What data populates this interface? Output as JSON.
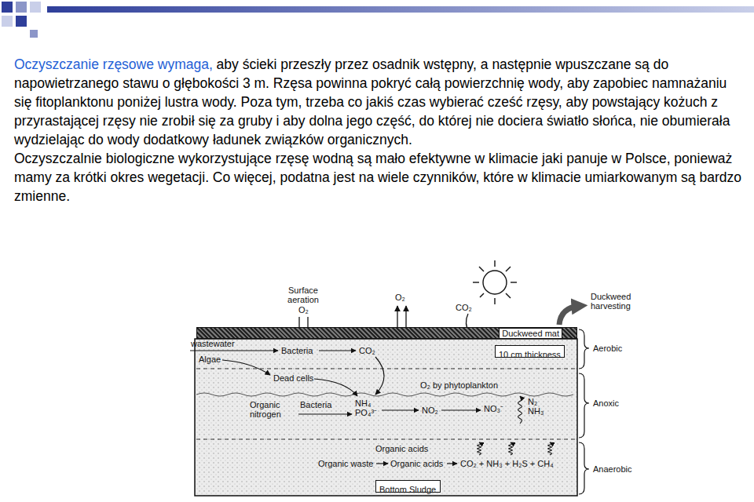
{
  "diagram": {
    "nodes": [
      {
        "text": [
          "Duckweed mat"
        ]
      },
      {
        "text": [
          "10 cm thickness"
        ]
      },
      {
        "text": [
          "Bottom Sludge"
        ]
      }
    ],
    "labels": [
      "Oczyszczanie rzęsowe wymaga,",
      "aby ścieki przeszły przez osadnik wstępny, a następnie wpuszczane są do napowietrzanego stawu o głębokości 3 m. Rzęsa powinna pokryć całą powierzchnię wody, aby zapobiec namnażaniu się fitoplanktonu poniżej lustra wody. Poza tym, trzeba co jakiś czas wybierać cześć rzęsy, aby powstający kożuch z przyrastającej rzęsy nie zrobił się za gruby i aby dolna jego część, do której nie dociera światło słońca, nie obumierała wydzielając do wody dodatkowy ładunek związków organicznych.",
      "Oczyszczalnie biologiczne wykorzystujące rzęsę wodną są mało efektywne w klimacie jaki panuje w Polsce, ponieważ mamy za krótki okres wegetacji. Co więcej, podatna jest na wiele czynników, które w klimacie umiarkowanym są bardzo zmienne.",
      "Surface aeration",
      "O₂",
      "O₂",
      "CO₂",
      "Duckweed harvesting",
      "wastewater",
      "Bacteria",
      "CO₂",
      "Aerobic",
      "Algae",
      "Dead cells",
      "O₂ by phytoplankton",
      "Organic nitrogen",
      "Bacteria",
      "NH₄ PO₄³⁻",
      "NO₂",
      "NO₃⁻",
      "N₂ NH₃",
      "Anoxic",
      "Organic acids",
      "Organic waste",
      "Organic acids",
      "CO₂ + NH₃ + H₂S + CH₄",
      "Anaerobic"
    ]
  }
}
